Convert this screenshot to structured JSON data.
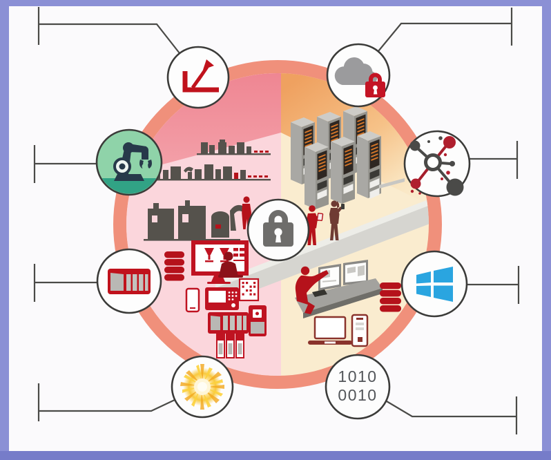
{
  "title": "Industrial security wheel illustration",
  "frame": {
    "border_color": "#8b90d5",
    "border_bottom_color": "#767cc9",
    "canvas_color": "#fbfafc",
    "callout_line_color": "#4a4a47"
  },
  "wheel": {
    "ring_color": "#f0907b",
    "ot_floor_color": "#fbd6dc",
    "ot_wall_top_color": "#ee8390",
    "ot_wall_bottom_color": "#f4a3ab",
    "it_floor_color": "#faeccf",
    "it_wall_start_color": "#efa160",
    "it_wall_end_color": "#faeccf",
    "walkway_color": "#d6d5d0",
    "accent_red": "#b5121b",
    "machine_gray": "#55524c",
    "server_gray": "#a9a8a4",
    "server_panel_dark": "#2e2722",
    "server_led_orange": "#d8782a"
  },
  "center_node": {
    "icon": "padlock-icon",
    "lock_color": "#6e6d6b"
  },
  "nodes": [
    {
      "id": "trend-chart",
      "icon": "trend-chart-icon",
      "color": "#c0121c",
      "position": "top-left"
    },
    {
      "id": "cloud-security",
      "icon": "cloud-lock-icon",
      "cloud_color": "#9b9b9d",
      "lock_color": "#c41425",
      "position": "top-right"
    },
    {
      "id": "robot-arm",
      "icon": "robot-arm-icon",
      "background_color": "#8fd3a9",
      "ground_color": "#31a385",
      "robot_color": "#27394a",
      "position": "left-upper"
    },
    {
      "id": "connected-nodes",
      "icon": "network-nodes-icon",
      "node_red": "#b01f2e",
      "node_gray": "#4a4a48",
      "position": "right-upper"
    },
    {
      "id": "plc-rack",
      "icon": "plc-rack-icon",
      "color": "#c0121c",
      "module_gray": "#b9b8b4",
      "position": "left-lower"
    },
    {
      "id": "windows",
      "icon": "windows-logo-icon",
      "color": "#2aa5e0",
      "position": "right-lower"
    },
    {
      "id": "spark",
      "icon": "spark-burst-icon",
      "color": "#f3a81e",
      "position": "bottom-left"
    },
    {
      "id": "binary-code",
      "icon": "binary-code-text",
      "lines": [
        "1010",
        "0010"
      ],
      "text_color": "#53565a",
      "position": "bottom-right"
    }
  ],
  "callouts": [
    "top-left",
    "top-right",
    "left-upper",
    "right-upper",
    "left-lower",
    "right-lower",
    "bottom-left",
    "bottom-right"
  ]
}
